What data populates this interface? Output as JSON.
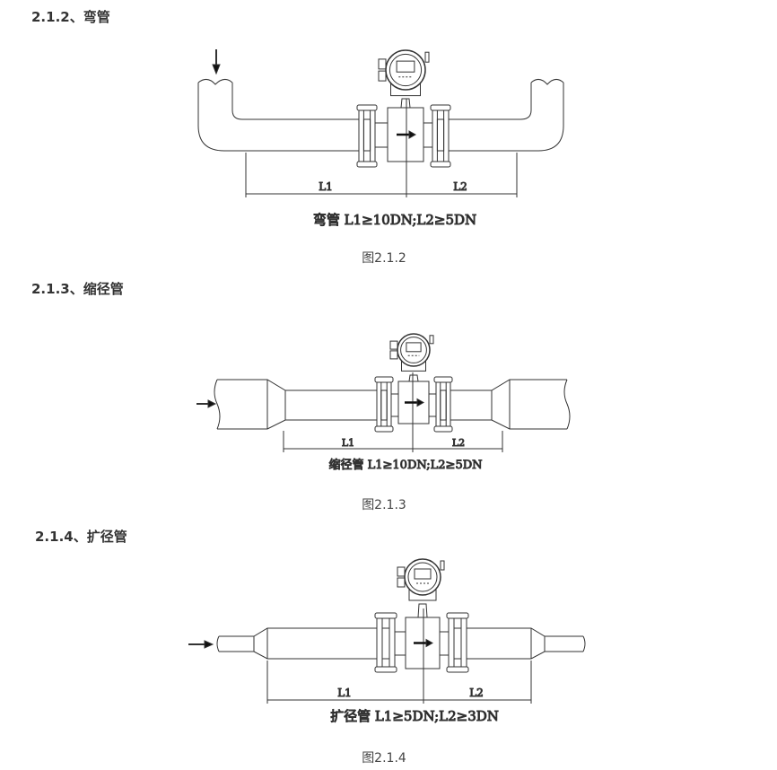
{
  "sections": [
    {
      "heading": "2.1.2、弯管",
      "label_l1": "L1",
      "label_l2": "L2",
      "formula": "弯管  L1≥10DN;L2≥5DN",
      "caption": "图2.1.2"
    },
    {
      "heading": "2.1.3、缩径管",
      "label_l1": "L1",
      "label_l2": "L2",
      "formula": "缩径管  L1≥10DN;L2≥5DN",
      "caption": "图2.1.3"
    },
    {
      "heading": "2.1.4、扩径管",
      "label_l1": "L1",
      "label_l2": "L2",
      "formula": "扩径管  L1≥5DN;L2≥3DN",
      "caption": "图2.1.4"
    }
  ]
}
